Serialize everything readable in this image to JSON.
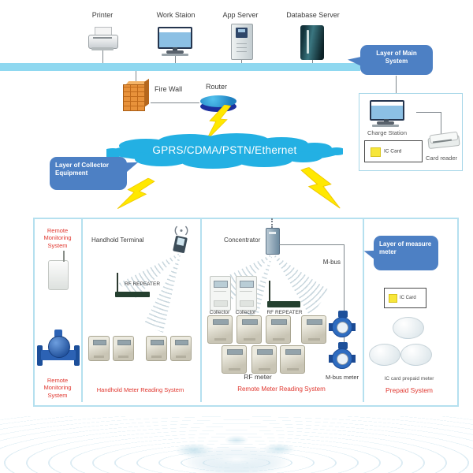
{
  "colors": {
    "bubble_blue": "#4d80c4",
    "backbone_bar": "#8fd8f0",
    "cloud_cyan": "#23b0e3",
    "lightning_yellow": "#ffe800",
    "alert_red": "#e0362e",
    "box_border": "#b5e0ef",
    "ic_card_yellow": "#f7e63a"
  },
  "top": {
    "devices": [
      {
        "label": "Printer"
      },
      {
        "label": "Work Staion"
      },
      {
        "label": "App Server"
      },
      {
        "label": "Database Server"
      }
    ],
    "main_layer_bubble": "Layer of Main System"
  },
  "mid": {
    "firewall": "Fire Wall",
    "router": "Router",
    "cloud": "GPRS/CDMA/PSTN/Ethernet",
    "collector_layer_bubble": "Layer of Collector Equipment"
  },
  "charge_station": {
    "computer": "Charge Station",
    "ic_card": "IC Card",
    "card_reader": "Card reader"
  },
  "meter_box": {
    "remote_monitoring": {
      "top": "Remote Monitoring System",
      "bottom": "Remote Monitoring System"
    },
    "handhold": {
      "terminal": "Handhold Terminal",
      "repeater": "RF REPEATER",
      "system": "Handhold Meter Reading System"
    },
    "remote_reading": {
      "concentrator": "Concentrator",
      "mbus": "M-bus",
      "collector1": "Collector",
      "collector2": "Collector",
      "repeater": "RF REPEATER",
      "rf_meter": "RF meter",
      "mbus_meter": "M-bus meter",
      "system": "Remote Meter Reading System"
    },
    "prepaid": {
      "bubble": "Layer of measure meter",
      "ic_card": "IC Card",
      "meter_label": "IC card prepaid meter",
      "system": "Prepaid System"
    }
  },
  "icons": {
    "printer-icon": "printer",
    "workstation-icon": "desktop computer",
    "app-server-icon": "server unit",
    "database-server-icon": "server tower",
    "firewall-icon": "orange brick wall",
    "router-icon": "blue router disc",
    "cloud-shape": "network cloud",
    "lightning-icon": "yellow lightning bolt",
    "charge-computer-icon": "desktop computer",
    "ic-card-icon": "yellow chip card",
    "card-reader-icon": "card reader",
    "rtu-icon": "wireless monitoring unit",
    "water-meter-icon": "flanged water meter",
    "wireless-signal-icon": "radio waves",
    "handheld-icon": "handheld terminal",
    "rf-repeater-icon": "antenna repeater",
    "meter-icon": "utility meter",
    "collector-icon": "collector unit",
    "concentrator-icon": "concentrator unit",
    "mbus-meter-icon": "blue water meter",
    "prepaid-meter-icon": "round prepaid meter",
    "water-ripple": "water splash backdrop"
  }
}
